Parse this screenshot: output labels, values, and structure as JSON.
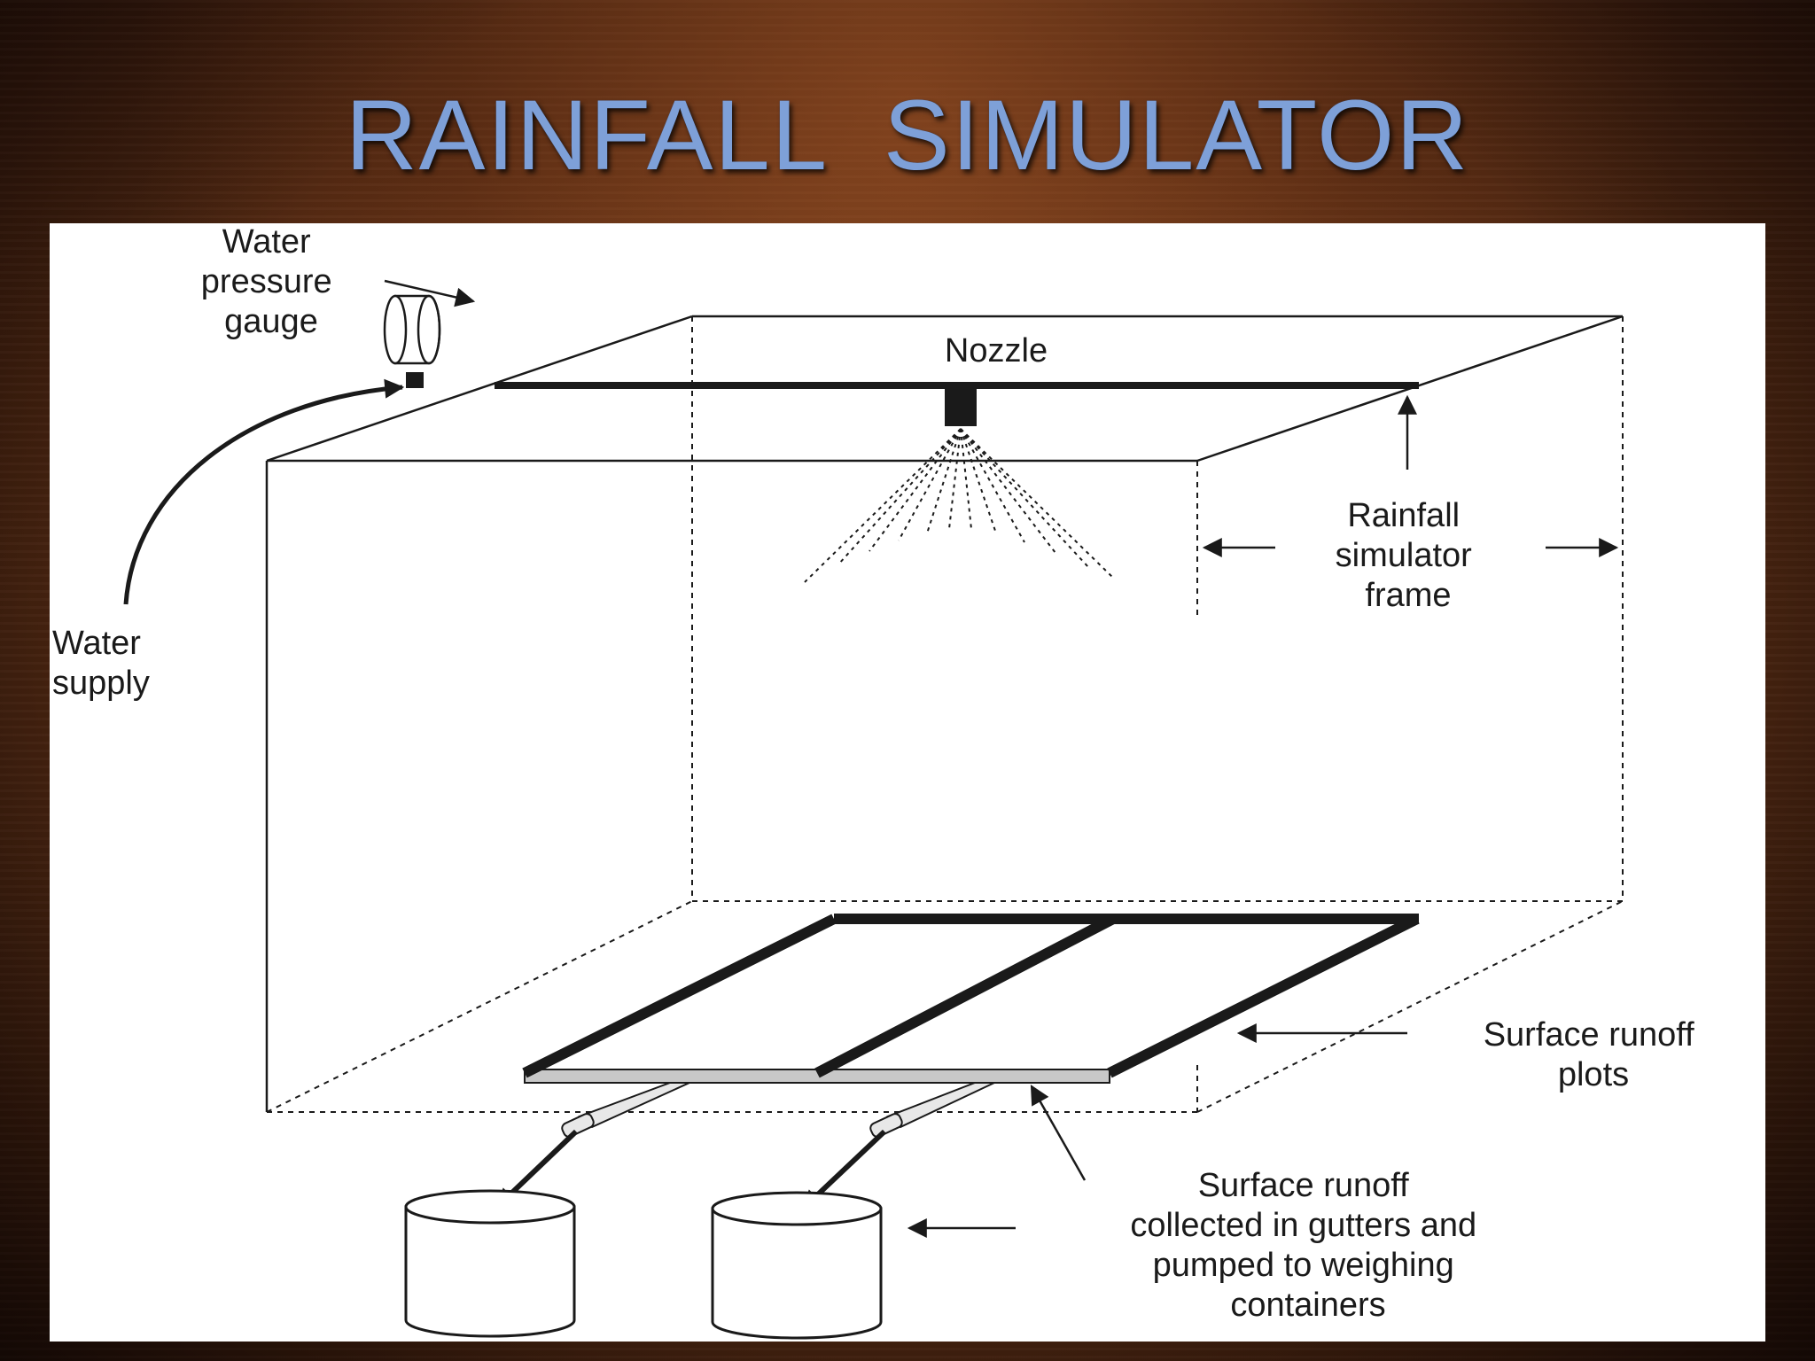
{
  "slide": {
    "title": "RAINFALL  SIMULATOR"
  },
  "diagram": {
    "labels": {
      "gauge": [
        "Water",
        "pressure",
        "gauge"
      ],
      "nozzle": "Nozzle",
      "frame": [
        "Rainfall",
        "simulator",
        "frame"
      ],
      "supply": [
        "Water",
        "supply"
      ],
      "plots": [
        "Surface runoff",
        "plots"
      ],
      "collected": [
        "Surface runoff",
        "collected in gutters and",
        "pumped to weighing",
        "containers"
      ]
    }
  }
}
